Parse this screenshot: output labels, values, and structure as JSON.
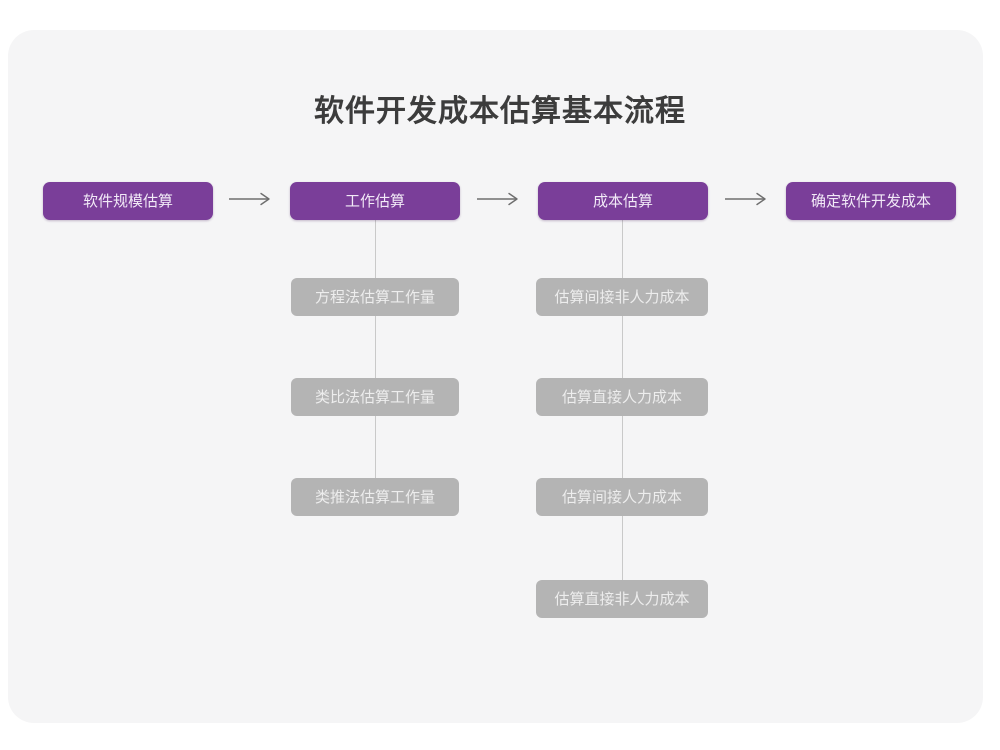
{
  "page": {
    "title": "软件开发成本估算基本流程",
    "background_color": "#ffffff",
    "card_color": "#f5f5f6",
    "primary_color": "#7a3e99",
    "secondary_color": "#b4b4b4",
    "connector_color": "#c9c9c9",
    "title_color": "#3c3c3c"
  },
  "flow": {
    "main_steps": [
      {
        "label": "软件规模估算"
      },
      {
        "label": "工作估算"
      },
      {
        "label": "成本估算"
      },
      {
        "label": "确定软件开发成本"
      }
    ],
    "arrows": [
      {
        "glyph": "→"
      },
      {
        "glyph": "→"
      },
      {
        "glyph": "→"
      }
    ],
    "branches": [
      {
        "parent": "工作估算",
        "items": [
          {
            "label": "方程法估算工作量"
          },
          {
            "label": "类比法估算工作量"
          },
          {
            "label": "类推法估算工作量"
          }
        ]
      },
      {
        "parent": "成本估算",
        "items": [
          {
            "label": "估算间接非人力成本"
          },
          {
            "label": "估算直接人力成本"
          },
          {
            "label": "估算间接人力成本"
          },
          {
            "label": "估算直接非人力成本"
          }
        ]
      }
    ]
  }
}
